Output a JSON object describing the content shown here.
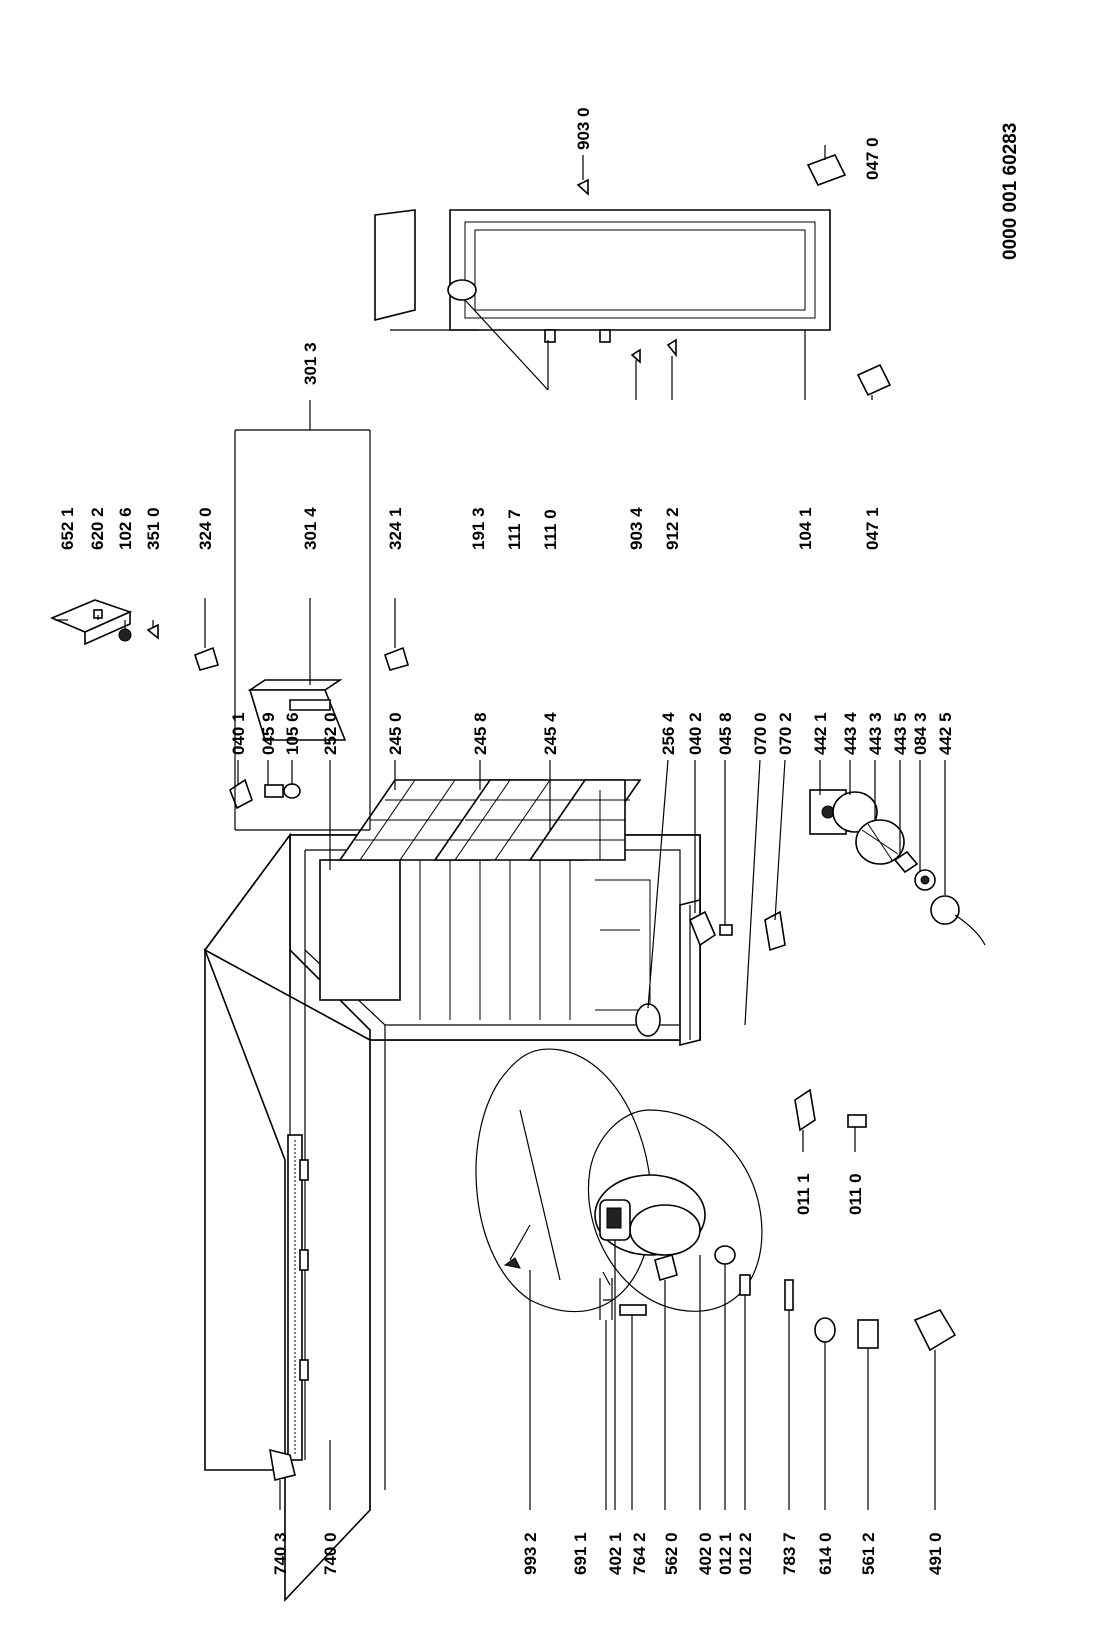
{
  "document_number": "0000 001 60283",
  "parts": [
    {
      "id": "l6521",
      "text": "652 1"
    },
    {
      "id": "l6202",
      "text": "620 2"
    },
    {
      "id": "l1026",
      "text": "102 6"
    },
    {
      "id": "l3510",
      "text": "351 0"
    },
    {
      "id": "l3240",
      "text": "324 0"
    },
    {
      "id": "l3014",
      "text": "301 4"
    },
    {
      "id": "l3241",
      "text": "324 1"
    },
    {
      "id": "l3013",
      "text": "301 3"
    },
    {
      "id": "l1913",
      "text": "191 3"
    },
    {
      "id": "l1117",
      "text": "111 7"
    },
    {
      "id": "l1110",
      "text": "111 0"
    },
    {
      "id": "l9034",
      "text": "903 4"
    },
    {
      "id": "l9122",
      "text": "912 2"
    },
    {
      "id": "l1041",
      "text": "104 1"
    },
    {
      "id": "l0471",
      "text": "047 1"
    },
    {
      "id": "l9030",
      "text": "903 0"
    },
    {
      "id": "l0470",
      "text": "047 0"
    },
    {
      "id": "l0401",
      "text": "040 1"
    },
    {
      "id": "l0459",
      "text": "045 9"
    },
    {
      "id": "l1056",
      "text": "105 6"
    },
    {
      "id": "l2520",
      "text": "252 0"
    },
    {
      "id": "l2450",
      "text": "245 0"
    },
    {
      "id": "l2458",
      "text": "245 8"
    },
    {
      "id": "l2454",
      "text": "245 4"
    },
    {
      "id": "l2564",
      "text": "256 4"
    },
    {
      "id": "l0402",
      "text": "040 2"
    },
    {
      "id": "l0458",
      "text": "045 8"
    },
    {
      "id": "l0700",
      "text": "070 0"
    },
    {
      "id": "l0702",
      "text": "070 2"
    },
    {
      "id": "l4421",
      "text": "442 1"
    },
    {
      "id": "l4434",
      "text": "443 4"
    },
    {
      "id": "l4433",
      "text": "443 3"
    },
    {
      "id": "l4435",
      "text": "443 5"
    },
    {
      "id": "l0843",
      "text": "084 3"
    },
    {
      "id": "l4425",
      "text": "442 5"
    },
    {
      "id": "l0111",
      "text": "011 1"
    },
    {
      "id": "l0110",
      "text": "011 0"
    },
    {
      "id": "l7403",
      "text": "740 3"
    },
    {
      "id": "l7400",
      "text": "740 0"
    },
    {
      "id": "l9932",
      "text": "993 2"
    },
    {
      "id": "l6911",
      "text": "691 1"
    },
    {
      "id": "l4021",
      "text": "402 1"
    },
    {
      "id": "l7642",
      "text": "764 2"
    },
    {
      "id": "l5620",
      "text": "562 0"
    },
    {
      "id": "l4020",
      "text": "402 0"
    },
    {
      "id": "l0121",
      "text": "012 1"
    },
    {
      "id": "l0122",
      "text": "012 2"
    },
    {
      "id": "l7837",
      "text": "783 7"
    },
    {
      "id": "l6140",
      "text": "614 0"
    },
    {
      "id": "l5612",
      "text": "561 2"
    },
    {
      "id": "l4910",
      "text": "491 0"
    }
  ]
}
